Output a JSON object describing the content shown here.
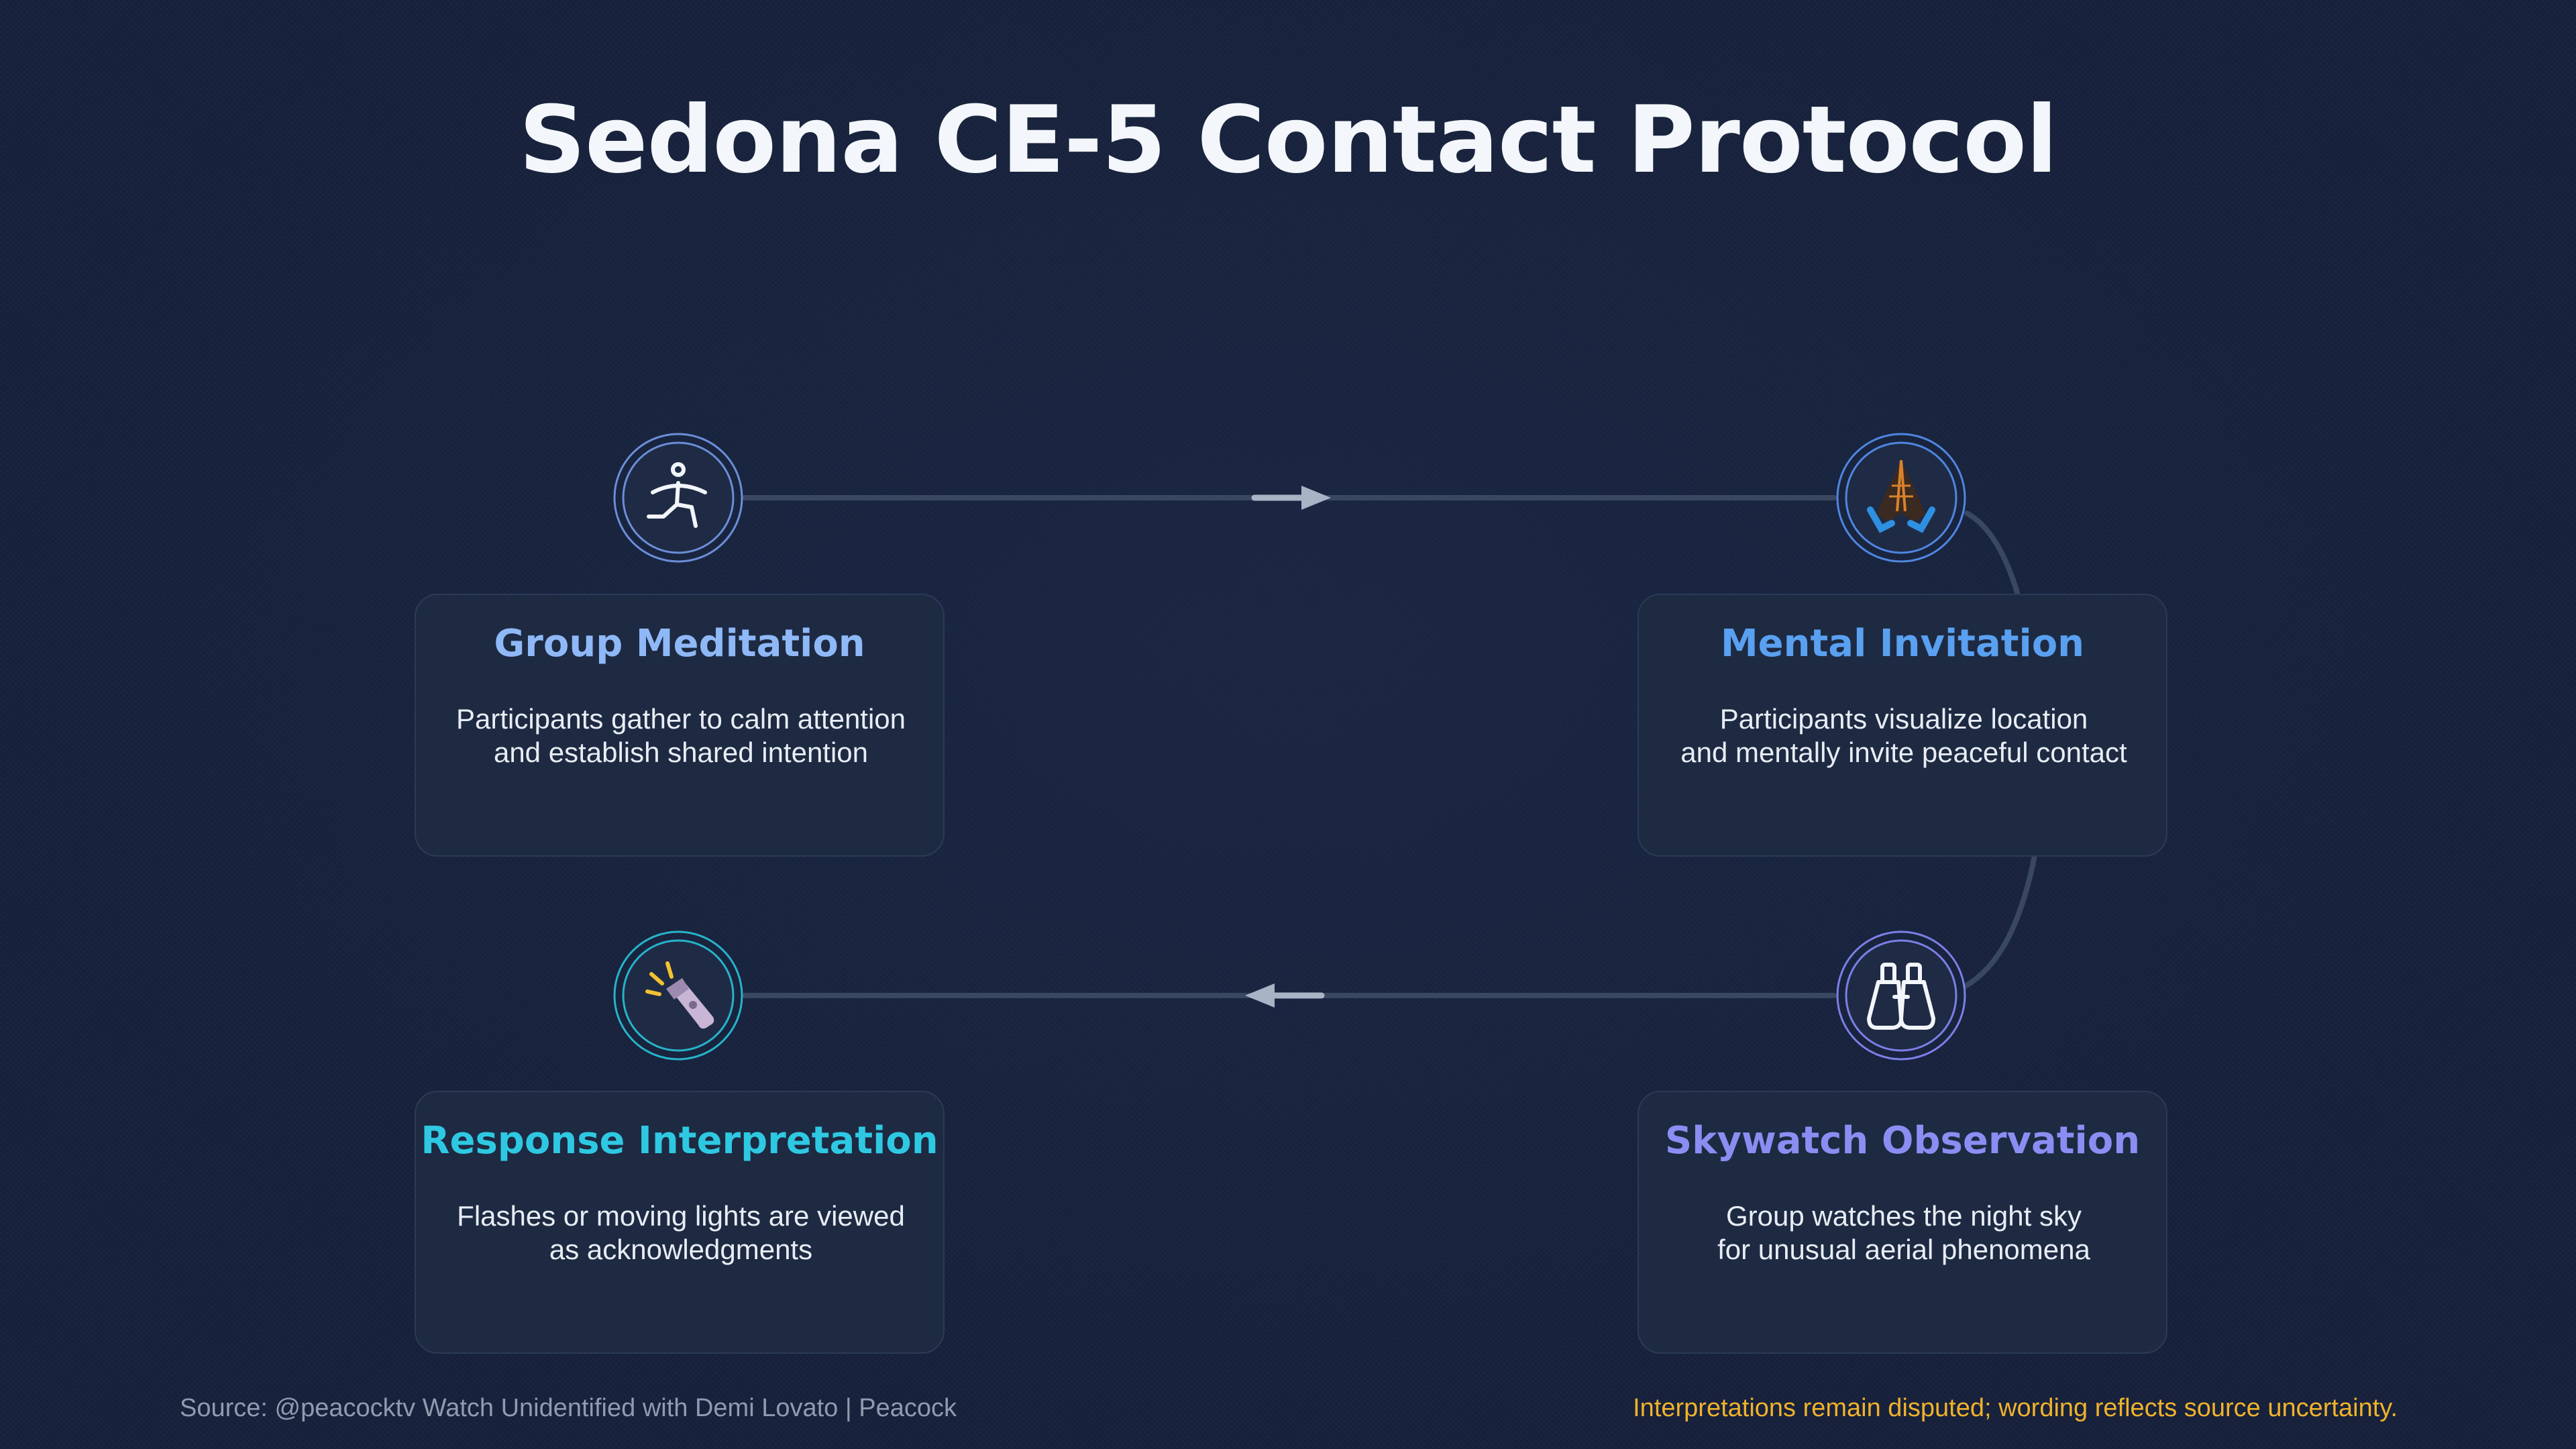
{
  "title": "Sedona CE-5 Contact Protocol",
  "steps": [
    {
      "title": "Group Meditation",
      "description": [
        "Participants gather to calm attention",
        "and establish shared intention"
      ],
      "icon": "meditation-figure-icon",
      "title_color": "#8fb8f7",
      "ring_color": "#6b8ed8"
    },
    {
      "title": "Mental Invitation",
      "description": [
        "Participants visualize location",
        "and mentally invite peaceful contact"
      ],
      "icon": "praying-hands-icon",
      "title_color": "#5aa0f0",
      "ring_color": "#4f86e0"
    },
    {
      "title": "Skywatch Observation",
      "description": [
        "Group watches the night sky",
        "for unusual aerial phenomena"
      ],
      "icon": "binoculars-icon",
      "title_color": "#8c8df2",
      "ring_color": "#7c7fe6"
    },
    {
      "title": "Response Interpretation",
      "description": [
        "Flashes or moving lights are viewed",
        "as acknowledgments"
      ],
      "icon": "flashlight-icon",
      "title_color": "#2fc8e2",
      "ring_color": "#27b3c9"
    }
  ],
  "footer": {
    "source": "Source: @peacocktv Watch Unidentified with Demi Lovato | Peacock",
    "note": "Interpretations remain disputed; wording reflects source uncertainty."
  }
}
